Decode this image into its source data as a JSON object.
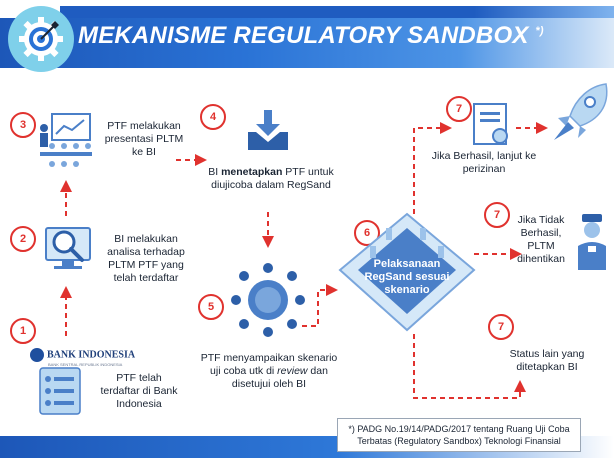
{
  "header": {
    "title": "MEKANISME REGULATORY SANDBOX",
    "title_mark": "*)"
  },
  "steps": [
    {
      "number": "1",
      "text": "PTF telah terdaftar di Bank Indonesia"
    },
    {
      "number": "2",
      "text": "BI melakukan analisa terhadap PLTM PTF yang telah terdaftar"
    },
    {
      "number": "3",
      "text": "PTF melakukan presentasi PLTM ke BI"
    },
    {
      "number": "4",
      "text_before": "BI ",
      "text_bold": "menetapkan",
      "text_after": " PTF untuk diujicoba dalam RegSand"
    },
    {
      "number": "5",
      "text_before": "PTF menyampaikan skenario uji coba utk di ",
      "text_italic": "review",
      "text_after": " dan disetujui oleh BI"
    },
    {
      "number": "6",
      "text": "Pelaksanaan RegSand sesuai skenario"
    }
  ],
  "outcomes": [
    {
      "number": "7",
      "text": "Jika Berhasil, lanjut ke perizinan"
    },
    {
      "number": "7",
      "text": "Jika Tidak Berhasil, PLTM dihentikan"
    },
    {
      "number": "7",
      "text": "Status lain yang ditetapkan BI"
    }
  ],
  "bank_logo": {
    "name": "BANK INDONESIA",
    "subtitle": "BANK SENTRAL REPUBLIK INDONESIA"
  },
  "footnote": {
    "line1": "*) PADG No.19/14/PADG/2017 tentang Ruang Uji Coba",
    "line2": "Terbatas (Regulatory Sandbox) Teknologi Finansial"
  },
  "colors": {
    "accent_red": "#e0322e",
    "header_blue": "#1d57b8",
    "icon_blue": "#4a7fc8",
    "light_blue": "#b9d8f2"
  },
  "icons": {
    "logo": "target-gear-icon",
    "step1": "document-checklist-icon",
    "step2": "magnifier-monitor-icon",
    "step3": "presentation-meeting-icon",
    "step4": "download-box-icon",
    "step5": "round-table-meeting-icon",
    "step6": "sandbox-platform-icon",
    "success": "certificate-icon",
    "success_goal": "rocket-icon",
    "failure": "police-officer-icon"
  }
}
